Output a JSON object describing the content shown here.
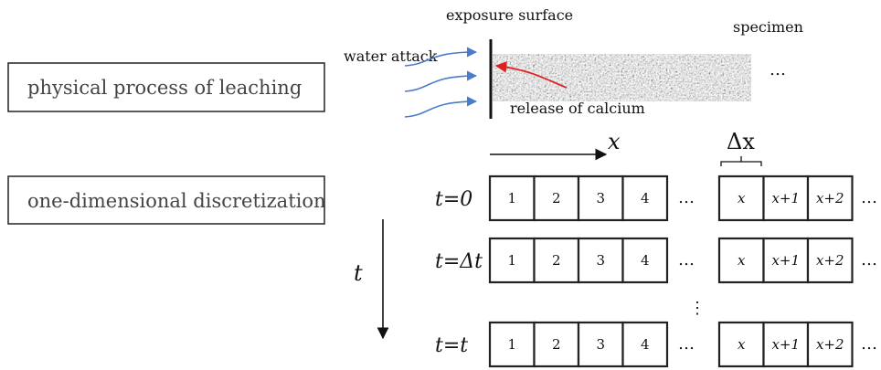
{
  "labels": {
    "physical_process": "physical process of leaching",
    "discretization": "one-dimensional discretization",
    "exposure_surface": "exposure surface",
    "specimen": "specimen",
    "water_attack": "water attack",
    "release_calcium": "release of calcium",
    "specimen_ellipsis": "…",
    "x_axis": "x",
    "t_axis": "t",
    "dx": "Δx",
    "vertical_ellipsis": "⋮"
  },
  "rows": [
    {
      "time_label": "t=0",
      "cells": [
        "1",
        "2",
        "3",
        "4"
      ],
      "gap": "…",
      "tail_cells": [
        "x",
        "x+1",
        "x+2"
      ],
      "end": "…"
    },
    {
      "time_label": "t=Δt",
      "cells": [
        "1",
        "2",
        "3",
        "4"
      ],
      "gap": "…",
      "tail_cells": [
        "x",
        "x+1",
        "x+2"
      ],
      "end": "…"
    },
    {
      "time_label": "t=t",
      "cells": [
        "1",
        "2",
        "3",
        "4"
      ],
      "gap": "…",
      "tail_cells": [
        "x",
        "x+1",
        "x+2"
      ],
      "end": "…"
    }
  ],
  "colors": {
    "water_arrow": "#4a7cc7",
    "calcium_arrow": "#e02020",
    "box_stroke": "#222222"
  }
}
